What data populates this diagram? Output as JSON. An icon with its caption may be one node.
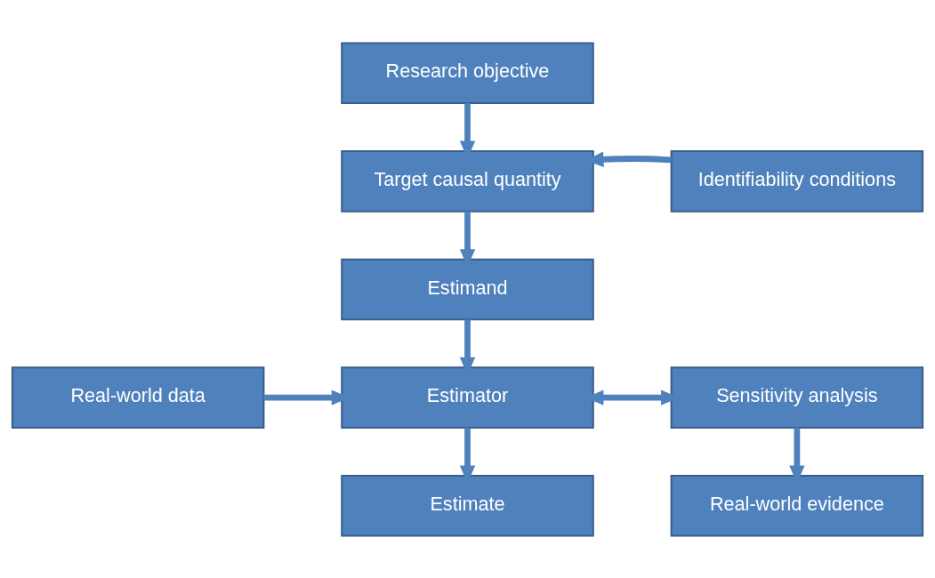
{
  "diagram": {
    "nodes": [
      {
        "text": [
          "Research objective"
        ]
      },
      {
        "text": [
          "Target causal quantity"
        ]
      },
      {
        "text": [
          "Identifiability conditions"
        ]
      },
      {
        "text": [
          "Estimand"
        ]
      },
      {
        "text": [
          "Real-world data"
        ]
      },
      {
        "text": [
          "Estimator"
        ]
      },
      {
        "text": [
          "Sensitivity analysis"
        ]
      },
      {
        "text": [
          "Estimate"
        ]
      },
      {
        "text": [
          "Real-world evidence"
        ]
      }
    ],
    "edges": [
      {
        "from": 0,
        "to": 1,
        "arrow": "to"
      },
      {
        "from": 2,
        "to": 1,
        "arrow": "to"
      },
      {
        "from": 1,
        "to": 3,
        "arrow": "to"
      },
      {
        "from": 3,
        "to": 5,
        "arrow": "to"
      },
      {
        "from": 4,
        "to": 5,
        "arrow": "to"
      },
      {
        "from": 5,
        "to": 6,
        "arrow": "both"
      },
      {
        "from": 5,
        "to": 7,
        "arrow": "to"
      },
      {
        "from": 6,
        "to": 8,
        "arrow": "to"
      }
    ]
  }
}
